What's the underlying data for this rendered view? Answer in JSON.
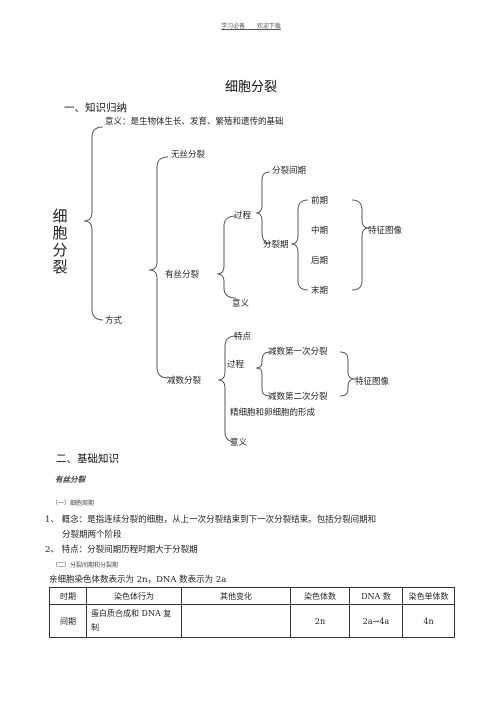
{
  "header": {
    "text": "学习必备  _ _  欢迎下载"
  },
  "title": "细胞分裂",
  "section1": {
    "heading": "一、知识归纳",
    "root_label": "细胞分裂",
    "meaning": "意义：是生物体生长、发育、繁殖和遗传的基础",
    "method": "方式",
    "amitosis": "无丝分裂",
    "mitosis": {
      "label": "有丝分裂",
      "process": "过程",
      "interphase": "分裂间期",
      "division_phase": "分裂期",
      "phases": [
        "前期",
        "中期",
        "后期",
        "末期"
      ],
      "feature": "特征图像",
      "meaning": "意义"
    },
    "meiosis": {
      "label": "减数分裂",
      "traits": "特点",
      "process": "过程",
      "first": "减数第一次分裂",
      "second": "减数第二次分裂",
      "feature": "特征图像",
      "formation": "精细胞和卵细胞的形成",
      "meaning": "意义"
    }
  },
  "section2": {
    "heading": "二、基础知识",
    "sub_title": "有丝分裂",
    "cycle_heading": "（一）细胞周期",
    "item1_a": "1、 概念：是指连续分裂的细胞，从上一次分裂结束到下一次分裂结束。包括分裂间期和",
    "item1_b": "分裂期两个阶段",
    "item2": "2、 特点：分裂间期历程时期大于分裂期",
    "phase_heading": "（二）分裂间期和分裂期",
    "note": "亲细胞染色体数表示为 2n，DNA 数表示为 2a",
    "table": {
      "headers": [
        "时期",
        "染色体行为",
        "其他变化",
        "染色体数",
        "DNA 数",
        "染色单体数"
      ],
      "rows": [
        [
          "间期",
          "蛋白质合成和  DNA 复制",
          "",
          "2n",
          "2a→4a",
          "4n"
        ]
      ]
    }
  }
}
